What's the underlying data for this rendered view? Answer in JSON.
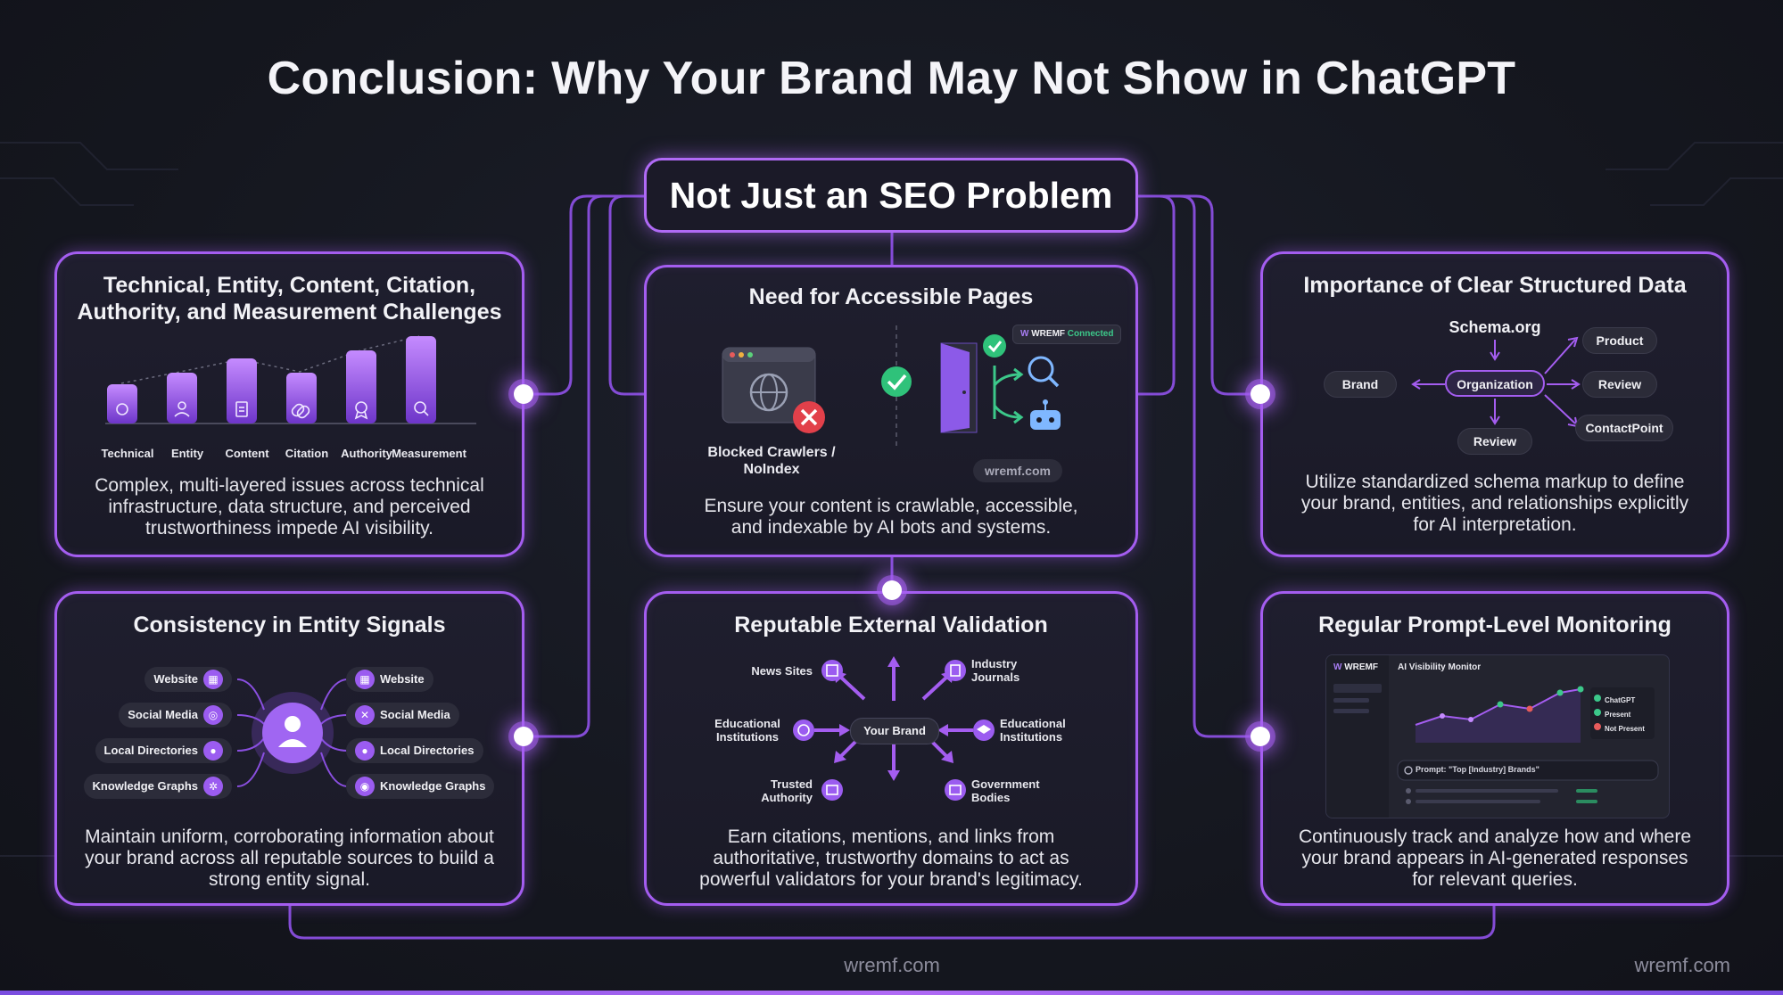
{
  "title": "Conclusion: Why Your Brand May Not Show in ChatGPT",
  "center_heading": "Not Just an SEO Problem",
  "accent_color": "#a45df0",
  "cards": {
    "challenges": {
      "title_line1": "Technical, Entity, Content, Citation,",
      "title_line2": "Authority, and Measurement Challenges",
      "bars": [
        {
          "label": "Technical",
          "icon": "gear-icon"
        },
        {
          "label": "Entity",
          "icon": "person-icon"
        },
        {
          "label": "Content",
          "icon": "document-icon"
        },
        {
          "label": "Citation",
          "icon": "link-icon"
        },
        {
          "label": "Authority",
          "icon": "badge-icon"
        },
        {
          "label": "Measurement",
          "icon": "search-icon"
        }
      ],
      "desc_lines": [
        "Complex, multi-layered issues across technical",
        "infrastructure, data structure, and perceived",
        "trustworthiness impede AI visibility."
      ]
    },
    "accessible": {
      "title": "Need for Accessible Pages",
      "blocked_line1": "Blocked Crawlers /",
      "blocked_line2": "NoIndex",
      "badge_brand": "WREMF",
      "badge_status": "Connected",
      "domain_chip": "wremf.com",
      "desc_lines": [
        "Ensure your content is crawlable, accessible,",
        "and indexable by AI bots and systems."
      ]
    },
    "structured": {
      "title": "Importance of Clear Structured Data",
      "schema_label": "Schema.org",
      "nodes": {
        "brand": "Brand",
        "organization": "Organization",
        "product": "Product",
        "review_right": "Review",
        "contact": "ContactPoint",
        "review_bottom": "Review"
      },
      "desc_lines": [
        "Utilize standardized schema markup to define",
        "your brand, entities, and relationships explicitly",
        "for AI interpretation."
      ]
    },
    "consistency": {
      "title": "Consistency in Entity Signals",
      "left_items": [
        "Website",
        "Social Media",
        "Local Directories",
        "Knowledge Graphs"
      ],
      "right_items": [
        "Website",
        "Social Media",
        "Local Directories",
        "Knowledge Graphs"
      ],
      "desc_lines": [
        "Maintain uniform, corroborating information about",
        "your brand across all reputable sources to build a",
        "strong entity signal."
      ]
    },
    "validation": {
      "title": "Reputable External Validation",
      "center": "Your Brand",
      "sources": {
        "news": "News Sites",
        "industry_1": "Industry",
        "industry_2": "Journals",
        "edu_left_1": "Educational",
        "edu_left_2": "Institutions",
        "edu_right_1": "Educational",
        "edu_right_2": "Institutions",
        "trusted_1": "Trusted",
        "trusted_2": "Authority",
        "gov_1": "Government",
        "gov_2": "Bodies"
      },
      "desc_lines": [
        "Earn citations, mentions, and links from",
        "authoritative, trustworthy domains to act as",
        "powerful validators for your brand's legitimacy."
      ]
    },
    "monitoring": {
      "title": "Regular Prompt-Level Monitoring",
      "app_brand": "WREMF",
      "panel_title": "AI Visibility Monitor",
      "legend": [
        "ChatGPT",
        "Present",
        "Not Present"
      ],
      "prompt_text": "Prompt: \"Top [Industry] Brands\"",
      "desc_lines": [
        "Continuously track and analyze how and where",
        "your brand appears in AI-generated responses",
        "for relevant queries."
      ]
    }
  },
  "footer": {
    "center": "wremf.com",
    "right": "wremf.com"
  }
}
